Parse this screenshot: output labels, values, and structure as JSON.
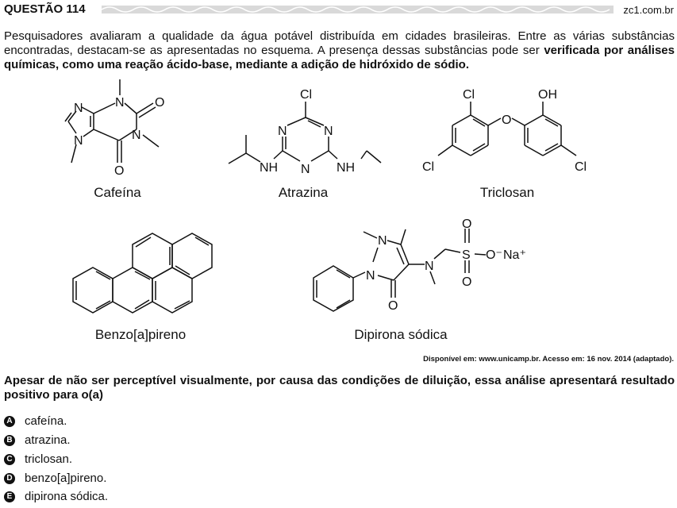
{
  "header": {
    "question_number": "QUESTÃO 114",
    "site": "zc1.com.br"
  },
  "intro": {
    "text_normal": "Pesquisadores avaliaram a qualidade da água potável distribuída em cidades brasileiras. Entre as várias substâncias encontradas, destacam-se as apresentadas no esquema. A presença dessas substâncias pode ser ",
    "text_bold": "verificada por análises químicas, como uma reação ácido-base, mediante a adição de hidróxido de sódio."
  },
  "molecules": {
    "cafeina": "Cafeína",
    "atrazina": "Atrazina",
    "triclosan": "Triclosan",
    "benzopireno": "Benzo[a]pireno",
    "dipirona": "Dipirona sódica"
  },
  "atoms": {
    "N": "N",
    "O": "O",
    "Cl": "Cl",
    "OH": "OH",
    "NH": "NH",
    "S": "S",
    "O_minus": "O⁻",
    "Na_plus": "Na⁺"
  },
  "source": "Disponível em: www.unicamp.br. Acesso em: 16 nov. 2014 (adaptado).",
  "question": "Apesar de não ser perceptível visualmente, por causa das condições de diluição, essa análise apresentará resultado positivo para o(a)",
  "options": [
    {
      "letter": "A",
      "text": "cafeína."
    },
    {
      "letter": "B",
      "text": "atrazina."
    },
    {
      "letter": "C",
      "text": "triclosan."
    },
    {
      "letter": "D",
      "text": "benzo[a]pireno."
    },
    {
      "letter": "E",
      "text": "dipirona sódica."
    }
  ]
}
